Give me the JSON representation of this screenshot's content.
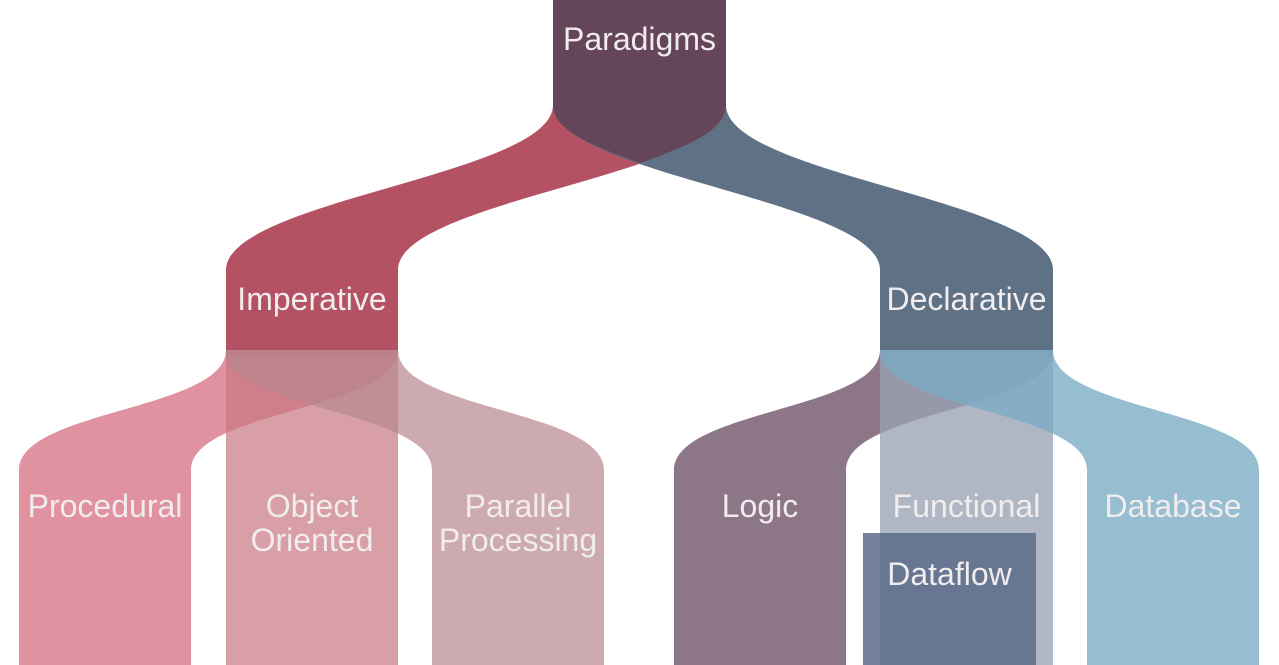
{
  "diagram": {
    "root": {
      "label": "Paradigms",
      "color": "#654559"
    },
    "level1": [
      {
        "label": "Imperative",
        "color": "#b34e5f"
      },
      {
        "label": "Declarative",
        "color": "#5c6e82"
      }
    ],
    "level2": [
      {
        "label": "Procedural",
        "parent": "Imperative",
        "color": "#df8e9a"
      },
      {
        "label_line1": "Object",
        "label_line2": "Oriented",
        "parent": "Imperative",
        "color": "#d6a0a6"
      },
      {
        "label_line1": "Parallel",
        "label_line2": "Processing",
        "parent": "Imperative",
        "color": "#caabb0"
      },
      {
        "label": "Logic",
        "parent": "Declarative",
        "color": "#8b7585"
      },
      {
        "label": "Functional",
        "parent": "Declarative",
        "color": "#b1b8c5"
      },
      {
        "label": "Database",
        "parent": "Declarative",
        "color": "#98bed3"
      }
    ],
    "level3": [
      {
        "label": "Dataflow",
        "parent": "Functional",
        "color": "#6b7a93"
      }
    ]
  }
}
